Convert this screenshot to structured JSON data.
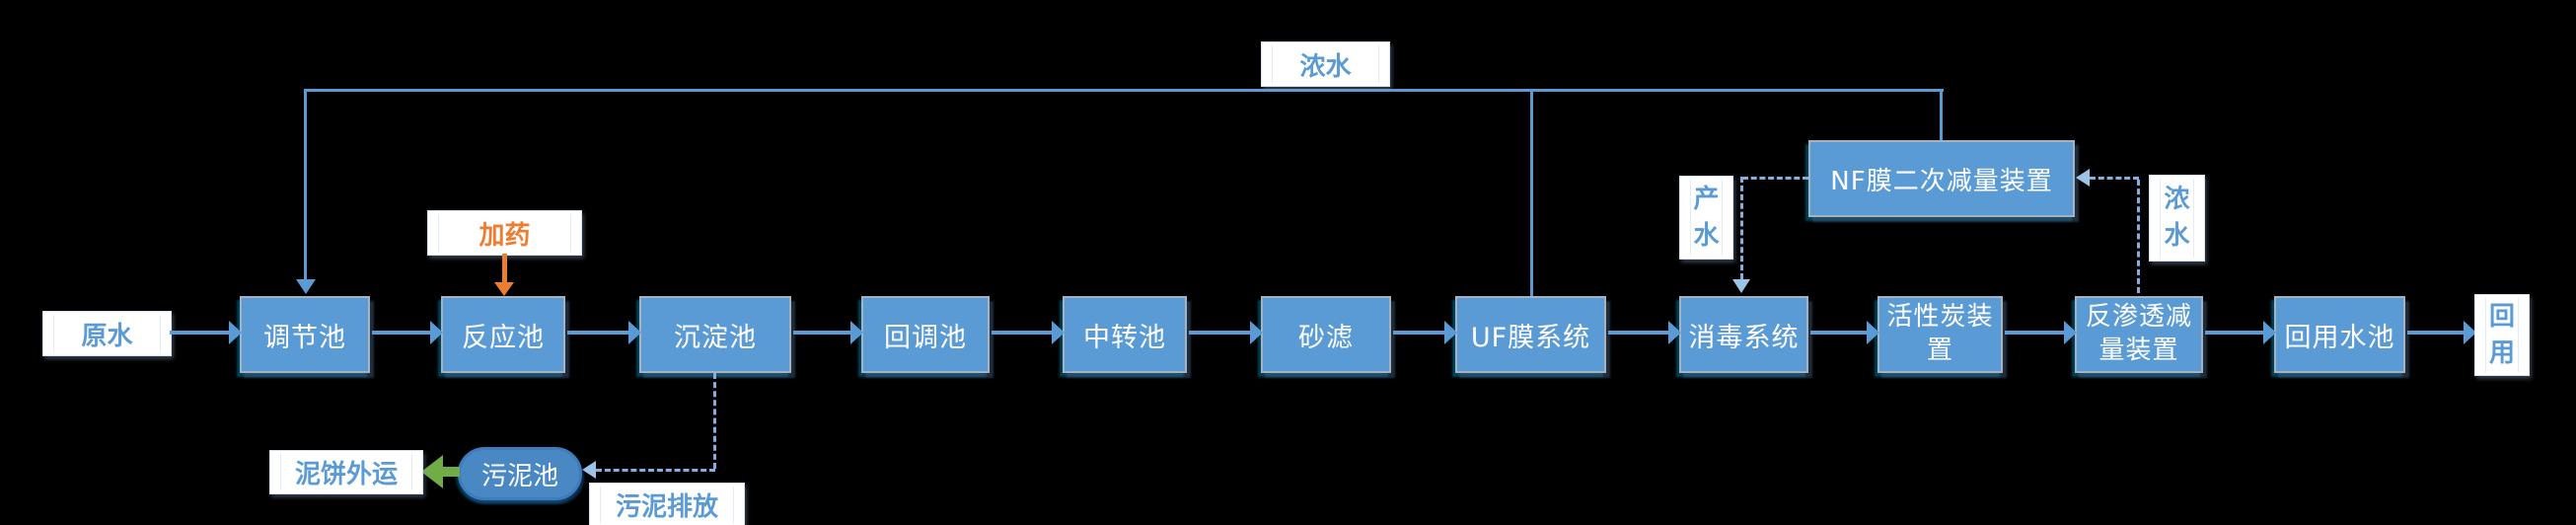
{
  "diagram_type": "water-treatment-process-flow",
  "background": "#000000",
  "nodes": {
    "regulation": "调节池",
    "reaction": "反应池",
    "sedimentation": "沉淀池",
    "readjust": "回调池",
    "transfer": "中转池",
    "sand_filter": "砂滤",
    "uf": "UF膜系统",
    "disinfection": "消毒系统",
    "carbon": "活性炭装置",
    "ro": "反渗透减量装置",
    "reuse_tank": "回用水池",
    "nf": "NF膜二次减量装置",
    "sludge_tank": "污泥池"
  },
  "labels": {
    "raw_water": "原水",
    "dosing": "加药",
    "concentrate_top": "浓水",
    "product_water": "产水",
    "concentrate_right": "浓水",
    "reuse": "回用",
    "sludge_cake_out": "泥饼外运",
    "sludge_discharge": "污泥排放"
  },
  "edges": [
    {
      "from": "原水",
      "to": "调节池",
      "style": "solid-blue"
    },
    {
      "from": "调节池",
      "to": "反应池",
      "style": "solid-blue"
    },
    {
      "from": "加药",
      "to": "反应池",
      "style": "solid-orange"
    },
    {
      "from": "反应池",
      "to": "沉淀池",
      "style": "solid-blue"
    },
    {
      "from": "沉淀池",
      "to": "回调池",
      "style": "solid-blue"
    },
    {
      "from": "沉淀池",
      "to": "污泥池",
      "style": "dashed-blue",
      "label": "污泥排放"
    },
    {
      "from": "污泥池",
      "to": "泥饼外运",
      "style": "solid-green"
    },
    {
      "from": "回调池",
      "to": "中转池",
      "style": "solid-blue"
    },
    {
      "from": "中转池",
      "to": "砂滤",
      "style": "solid-blue"
    },
    {
      "from": "砂滤",
      "to": "UF膜系统",
      "style": "solid-blue"
    },
    {
      "from": "UF膜系统",
      "to": "消毒系统",
      "style": "solid-blue"
    },
    {
      "from": "UF膜系统",
      "to": "调节池",
      "style": "solid-blue",
      "label": "浓水"
    },
    {
      "from": "NF膜二次减量装置",
      "to": "调节池",
      "style": "solid-blue",
      "label": "浓水"
    },
    {
      "from": "NF膜二次减量装置",
      "to": "消毒系统",
      "style": "dashed-blue",
      "label": "产水"
    },
    {
      "from": "反渗透减量装置",
      "to": "NF膜二次减量装置",
      "style": "dashed-blue",
      "label": "浓水"
    },
    {
      "from": "消毒系统",
      "to": "活性炭装置",
      "style": "solid-blue"
    },
    {
      "from": "活性炭装置",
      "to": "反渗透减量装置",
      "style": "solid-blue"
    },
    {
      "from": "反渗透减量装置",
      "to": "回用水池",
      "style": "solid-blue"
    },
    {
      "from": "回用水池",
      "to": "回用",
      "style": "solid-blue"
    }
  ],
  "colors": {
    "node_fill": "#5b9bd5",
    "node_border": "#a6b2c0",
    "node_text": "#ffffff",
    "sludge_fill": "#4a88c4",
    "sludge_border": "#3e7dbd",
    "arrow_blue": "#5b9bd5",
    "arrow_dashed": "#85aede",
    "arrow_dashed_head": "#9dc3e6",
    "arrow_orange": "#ed7d31",
    "arrow_green": "#70ad47",
    "label_text": "#5b9bd5",
    "label_bg": "#ffffff"
  }
}
